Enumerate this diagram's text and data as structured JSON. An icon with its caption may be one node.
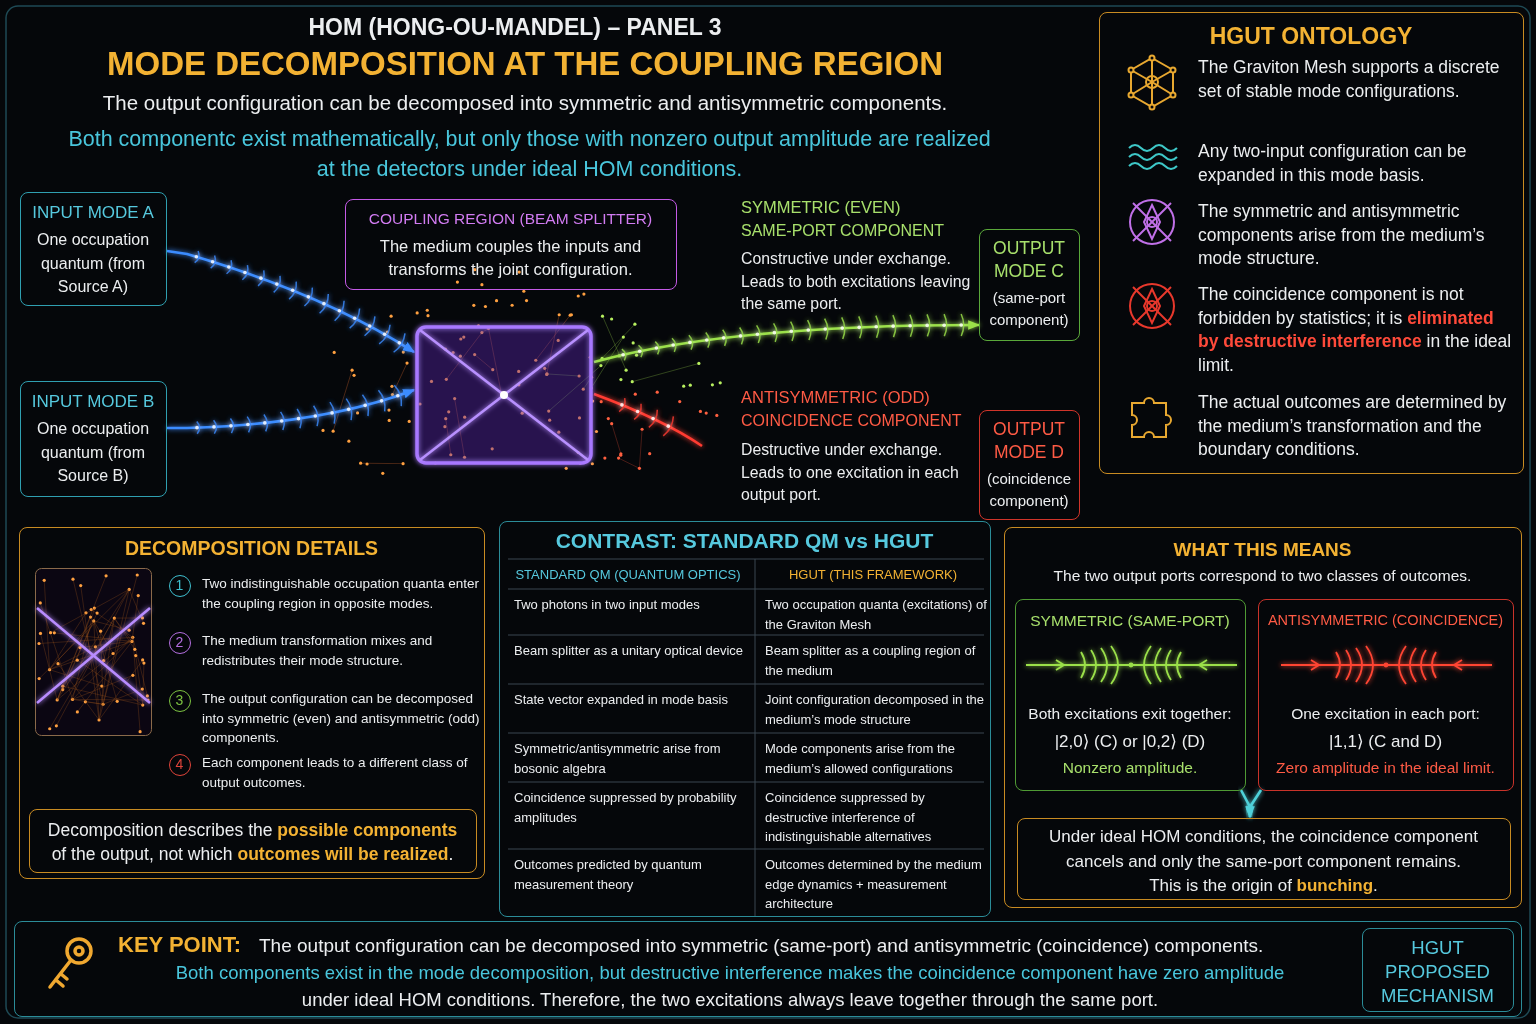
{
  "diagram": {
    "title": "MODE DECOMPOSITION AT THE COUPLING REGION",
    "nodes": [
      {
        "text": [
          "INPUT MODE A",
          "One occupation quantum (from Source A)"
        ]
      },
      {
        "text": [
          "INPUT MODE B",
          "One occupation quantum (from Source B)"
        ]
      },
      {
        "text": [
          "COUPLING REGION (BEAM SPLITTER)",
          "The medium couples the inputs and transforms the joint configuration."
        ]
      },
      {
        "text": [],
        "shape": "box"
      },
      {
        "text": [
          "OUTPUT MODE C",
          "(same-port component)"
        ]
      },
      {
        "text": [
          "OUTPUT MODE D",
          "(coincidence component)"
        ]
      },
      {
        "text": [
          "HGUT ONTOLOGY",
          "The Graviton Mesh supports a discrete set of stable mode configurations.",
          "Any two-input configuration can be expanded in this mode basis.",
          "The symmetric and antisymmetric components arise from the medium’s mode structure.",
          "The coincidence component is not forbidden by statistics; it is **eliminated by destructive interference** in the ideal limit.",
          "The actual outcomes are determined by the medium’s transformation and the boundary conditions."
        ]
      },
      {
        "text": [
          "DECOMPOSITION DETAILS"
        ]
      },
      {
        "text": [
          "1"
        ],
        "in": 7,
        "beside": [
          "Two indistinguishable occupation quanta enter the coupling region in opposite modes."
        ]
      },
      {
        "text": [
          "2"
        ],
        "in": 7,
        "beside": [
          "The medium transformation mixes and redistributes their mode structure."
        ]
      },
      {
        "text": [
          "3"
        ],
        "in": 7,
        "beside": [
          "The output configuration can be decomposed into symmetric (even) and antisymmetric (odd) components."
        ]
      },
      {
        "text": [
          "4"
        ],
        "in": 7,
        "beside": [
          "Each component leads to a different class of output outcomes."
        ]
      },
      {
        "text": [
          "Decomposition describes the **possible components** of the output, not which **outcomes will be realized**."
        ],
        "in": 7
      },
      {
        "text": [
          "CONTRAST: STANDARD QM vs HGUT"
        ]
      },
      {
        "text": [
          "WHAT THIS MEANS",
          "The two output ports correspond to two classes of outcomes."
        ]
      },
      {
        "text": [
          "SYMMETRIC (SAME-PORT)",
          "Both excitations exit together:",
          "|2,0⟩ (C) or |0,2⟩ (D)",
          "Nonzero amplitude."
        ],
        "in": 14
      },
      {
        "text": [
          "ANTISYMMETRIC (COINCIDENCE)",
          "One excitation in each port:",
          "|1,1⟩ (C and D)",
          "Zero amplitude in the ideal limit."
        ],
        "in": 14
      },
      {
        "text": [
          "Under ideal HOM conditions, the coincidence component cancels and only the same-port component remains.",
          "This is the origin of **bunching**."
        ],
        "in": 14
      },
      {
        "text": [
          "KEY POINT:",
          "The output configuration can be decomposed into symmetric (same-port) and antisymmetric (coincidence) components.",
          "Both components exist in the mode decomposition, but destructive interference makes the coincidence component have zero amplitude",
          "under ideal HOM conditions. Therefore, the two excitations always leave together through the same port."
        ]
      },
      {
        "text": [
          "HGUT PROPOSED MECHANISM"
        ],
        "in": 18
      }
    ],
    "edges": [
      {
        "from": 0,
        "to": 3,
        "arrow": "to",
        "color": "#3b8cff"
      },
      {
        "from": 1,
        "to": 3,
        "arrow": "to",
        "color": "#3b8cff"
      },
      {
        "from": 2,
        "to": 3,
        "arrow": "to",
        "color": "#c77cf0"
      },
      {
        "from": 3,
        "to": 4,
        "arrow": "to",
        "color": "#9be04a"
      },
      {
        "from": 3,
        "to": null,
        "arrow": "none",
        "color": "#ff3b30"
      },
      {
        "from": 15,
        "to": 17,
        "arrow": "to",
        "color": "#4fd1d9"
      },
      {
        "from": 16,
        "to": 17,
        "arrow": "to",
        "color": "#4fd1d9"
      }
    ],
    "labels": [
      "HOM (HONG-OU-MANDEL) – PANEL 3",
      "The output configuration can be decomposed into symmetric and antisymmetric components.",
      "Both componentc exist mathematically, but only those with nonzero output amplitude are realized at the detectors under ideal HOM conditions.",
      "SYMMETRIC (EVEN)",
      "SAME-PORT COMPONENT",
      "Constructive under exchange. Leads to both excitations leaving the same port.",
      "ANTISYMMETRIC (ODD)",
      "COINCIDENCE COMPONENT",
      "Destructive under exchange. Leads to one excitation in each output port.",
      "STANDARD QM (QUANTUM OPTICS)",
      "HGUT (THIS FRAMEWORK)",
      "Two photons in two input modes",
      "Two occupation quanta (excitations) of the Graviton Mesh",
      "Beam splitter as a unitary optical device",
      "Beam splitter as a coupling region of the medium",
      "State vector expanded in mode basis",
      "Joint configuration decomposed in the medium’s mode structure",
      "Symmetric/antisymmetric arise from bosonic algebra",
      "Mode components arise from the medium’s allowed configurations",
      "Coincidence suppressed by probability amplitudes",
      "Coincidence suppressed by destructive interference of indistinguishable alternatives",
      "Outcomes predicted by quantum measurement theory",
      "Outcomes determined by the medium edge dynamics + measurement architecture"
    ]
  }
}
